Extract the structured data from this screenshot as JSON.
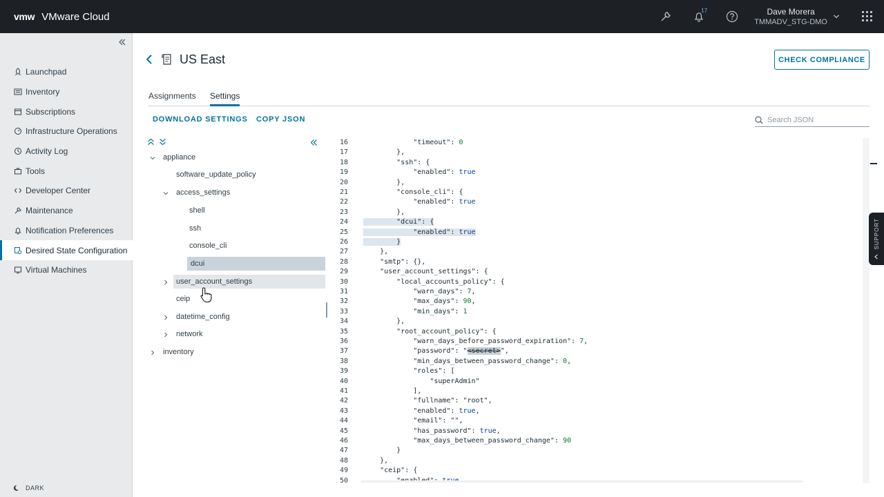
{
  "header": {
    "logo": "vmw",
    "title": "VMware Cloud",
    "notification_count": "17",
    "user_name": "Dave Morera",
    "user_org": "TMMADV_STG-DMO"
  },
  "sidebar": {
    "items": [
      {
        "label": "Launchpad",
        "icon": "rocket-icon"
      },
      {
        "label": "Inventory",
        "icon": "list-icon"
      },
      {
        "label": "Subscriptions",
        "icon": "subscription-icon"
      },
      {
        "label": "Infrastructure Operations",
        "icon": "dashboard-icon"
      },
      {
        "label": "Activity Log",
        "icon": "clock-icon"
      },
      {
        "label": "Tools",
        "icon": "briefcase-icon"
      },
      {
        "label": "Developer Center",
        "icon": "code-icon"
      },
      {
        "label": "Maintenance",
        "icon": "wrench-icon"
      },
      {
        "label": "Notification Preferences",
        "icon": "bell-icon"
      },
      {
        "label": "Desired State Configuration",
        "icon": "config-icon"
      },
      {
        "label": "Virtual Machines",
        "icon": "vm-icon"
      }
    ],
    "active_index": 9,
    "dark_label": "DARK"
  },
  "main": {
    "title": "US East",
    "check_compliance": "CHECK COMPLIANCE",
    "tabs": [
      {
        "label": "Assignments"
      },
      {
        "label": "Settings"
      }
    ],
    "active_tab": 1,
    "download_settings": "DOWNLOAD SETTINGS",
    "copy_json": "COPY JSON",
    "search_placeholder": "Search JSON"
  },
  "tree": [
    {
      "label": "appliance",
      "expandable": true,
      "expanded": true
    },
    {
      "label": "software_update_policy"
    },
    {
      "label": "access_settings",
      "expandable": true,
      "expanded": true
    },
    {
      "label": "shell"
    },
    {
      "label": "ssh"
    },
    {
      "label": "console_cli"
    },
    {
      "label": "dcui",
      "selected": true
    },
    {
      "label": "user_account_settings",
      "expandable": true,
      "expanded": false
    },
    {
      "label": "ceip"
    },
    {
      "label": "datetime_config",
      "expandable": true,
      "expanded": false
    },
    {
      "label": "network",
      "expandable": true,
      "expanded": false
    },
    {
      "label": "inventory",
      "expandable": true,
      "expanded": false
    }
  ],
  "json_lines": [
    {
      "n": "16",
      "text": "            \"timeout\": 0"
    },
    {
      "n": "17",
      "text": "        },"
    },
    {
      "n": "18",
      "text": "        \"ssh\": {"
    },
    {
      "n": "19",
      "text": "            \"enabled\": true"
    },
    {
      "n": "20",
      "text": "        },"
    },
    {
      "n": "21",
      "text": "        \"console_cli\": {"
    },
    {
      "n": "22",
      "text": "            \"enabled\": true"
    },
    {
      "n": "23",
      "text": "        },"
    },
    {
      "n": "24",
      "text": "        \"dcui\": {"
    },
    {
      "n": "25",
      "text": "            \"enabled\": true"
    },
    {
      "n": "26",
      "text": "        }"
    },
    {
      "n": "27",
      "text": "    },"
    },
    {
      "n": "28",
      "text": "    \"smtp\": {},"
    },
    {
      "n": "29",
      "text": "    \"user_account_settings\": {"
    },
    {
      "n": "30",
      "text": "        \"local_accounts_policy\": {"
    },
    {
      "n": "31",
      "text": "            \"warn_days\": 7,"
    },
    {
      "n": "32",
      "text": "            \"max_days\": 90,"
    },
    {
      "n": "33",
      "text": "            \"min_days\": 1"
    },
    {
      "n": "34",
      "text": "        },"
    },
    {
      "n": "35",
      "text": "        \"root_account_policy\": {"
    },
    {
      "n": "36",
      "text": "            \"warn_days_before_password_expiration\": 7,"
    },
    {
      "n": "37",
      "text": "            \"password\": \"<secret>\","
    },
    {
      "n": "38",
      "text": "            \"min_days_between_password_change\": 0,"
    },
    {
      "n": "39",
      "text": "            \"roles\": ["
    },
    {
      "n": "40",
      "text": "                \"superAdmin\""
    },
    {
      "n": "41",
      "text": "            ],"
    },
    {
      "n": "42",
      "text": "            \"fullname\": \"root\","
    },
    {
      "n": "43",
      "text": "            \"enabled\": true,"
    },
    {
      "n": "44",
      "text": "            \"email\": \"\","
    },
    {
      "n": "45",
      "text": "            \"has_password\": true,"
    },
    {
      "n": "46",
      "text": "            \"max_days_between_password_change\": 90"
    },
    {
      "n": "47",
      "text": "        }"
    },
    {
      "n": "48",
      "text": "    },"
    },
    {
      "n": "49",
      "text": "    \"ceip\": {"
    },
    {
      "n": "50",
      "text": "        \"enabled\": true"
    }
  ],
  "support_label": "SUPPORT",
  "colors": {
    "accent": "#0072a3",
    "header_bg": "#1d2125",
    "sidebar_bg": "#e8eaec",
    "selected_tree": "#c8d4da"
  }
}
